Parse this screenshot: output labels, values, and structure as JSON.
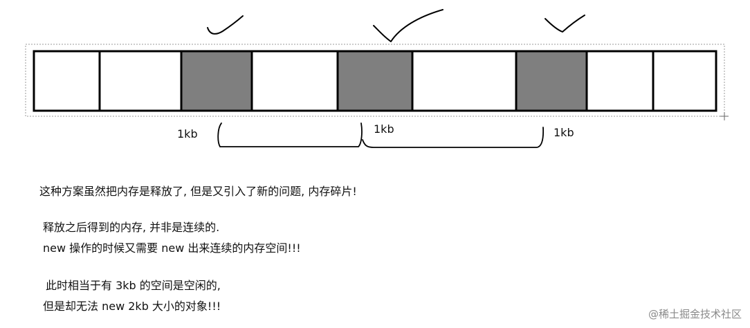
{
  "memory_blocks": [
    {
      "state": "free",
      "checked": false
    },
    {
      "state": "free",
      "checked": false
    },
    {
      "state": "released",
      "checked": true
    },
    {
      "state": "free",
      "checked": false
    },
    {
      "state": "released",
      "checked": true
    },
    {
      "state": "free",
      "checked": false
    },
    {
      "state": "released",
      "checked": true
    },
    {
      "state": "free",
      "checked": false
    },
    {
      "state": "free",
      "checked": false
    }
  ],
  "fragment_labels": [
    "1kb",
    "1kb",
    "1kb"
  ],
  "colors": {
    "released": "#7f7f7f",
    "free": "#ffffff",
    "outline": "#000000",
    "dashed": "#9a9a9a",
    "watermark": "#8a8a8a"
  },
  "text": {
    "line1": "这种方案虽然把内存是释放了, 但是又引入了新的问题, 内存碎片!",
    "line2": "释放之后得到的内存, 并非是连续的.",
    "line3": "new 操作的时候又需要 new 出来连续的内存空间!!!",
    "line4": "此时相当于有 3kb 的空间是空闲的,",
    "line5": "但是却无法 new 2kb 大小的对象!!!"
  },
  "watermark": "@稀土掘金技术社区"
}
